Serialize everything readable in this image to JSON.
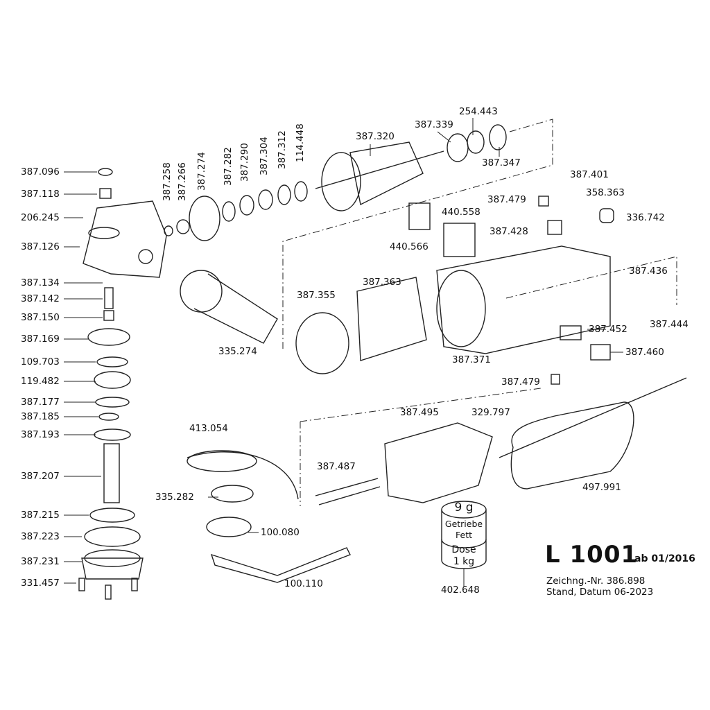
{
  "parts": {
    "p387_096": "387.096",
    "p387_118": "387.118",
    "p206_245": "206.245",
    "p387_126": "387.126",
    "p387_134": "387.134",
    "p387_142": "387.142",
    "p387_150": "387.150",
    "p387_169": "387.169",
    "p109_703": "109.703",
    "p119_482": "119.482",
    "p387_177": "387.177",
    "p387_185": "387.185",
    "p387_193": "387.193",
    "p387_207": "387.207",
    "p387_215": "387.215",
    "p387_223": "387.223",
    "p387_231": "387.231",
    "p331_457": "331.457",
    "p387_258": "387.258",
    "p387_266": "387.266",
    "p387_274": "387.274",
    "p387_282": "387.282",
    "p387_290": "387.290",
    "p387_304": "387.304",
    "p387_312": "387.312",
    "p114_448": "114.448",
    "p387_320": "387.320",
    "p387_339": "387.339",
    "p254_443": "254.443",
    "p387_347": "387.347",
    "p387_401": "387.401",
    "p387_479a": "387.479",
    "p358_363": "358.363",
    "p336_742": "336.742",
    "p440_558": "440.558",
    "p387_428": "387.428",
    "p440_566": "440.566",
    "p387_436": "387.436",
    "p387_355": "387.355",
    "p387_363": "387.363",
    "p387_452": "387.452",
    "p387_444": "387.444",
    "p387_371": "387.371",
    "p387_460": "387.460",
    "p335_274": "335.274",
    "p387_479b": "387.479",
    "p387_495": "387.495",
    "p329_797": "329.797",
    "p413_054": "413.054",
    "p387_487": "387.487",
    "p497_991": "497.991",
    "p335_282": "335.282",
    "p100_080": "100.080",
    "p100_110": "100.110",
    "p402_648": "402.648"
  },
  "grease_can": {
    "amount": "9 g",
    "line1": "Getriebe",
    "line2": "Fett",
    "line3": "Dose",
    "line4": "1 kg"
  },
  "title_block": {
    "model": "L 1001",
    "valid_from": "ab 01/2016",
    "drawing_no": "Zeichng.-Nr. 386.898",
    "status": "Stand, Datum 06-2023"
  }
}
